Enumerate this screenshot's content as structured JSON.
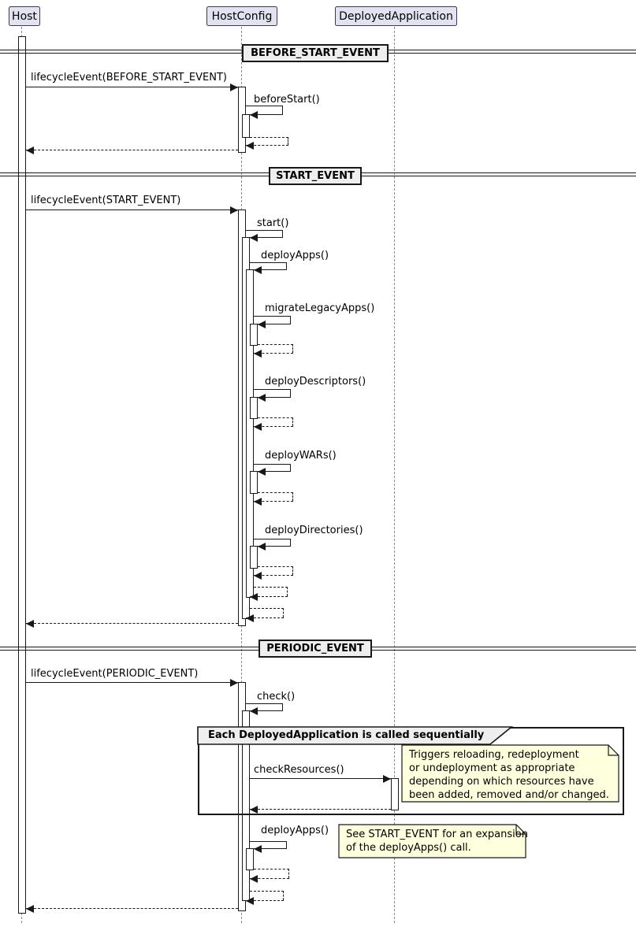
{
  "participants": [
    "Host",
    "HostConfig",
    "DeployedApplication"
  ],
  "dividers": [
    "BEFORE_START_EVENT",
    "START_EVENT",
    "PERIODIC_EVENT"
  ],
  "messages": [
    "lifecycleEvent(BEFORE_START_EVENT)",
    "beforeStart()",
    "lifecycleEvent(START_EVENT)",
    "start()",
    "deployApps()",
    "migrateLegacyApps()",
    "deployDescriptors()",
    "deployWARs()",
    "deployDirectories()",
    "lifecycleEvent(PERIODIC_EVENT)",
    "check()",
    "checkResources()",
    "deployApps()"
  ],
  "group": {
    "label": "Each DeployedApplication is called sequentially"
  },
  "notes": [
    "Triggers reloading, redeployment\nor undeployment as appropriate\ndepending on which resources have\nbeen added, removed and/or changed.",
    "See START_EVENT for an expansion\nof the deployApps() call."
  ],
  "colors": {
    "participant_fill": "#E2E2F0",
    "note_fill": "#FEFFDD",
    "divider_fill": "#EEEEEE",
    "line": "#181818",
    "lifeline": "#8A8A8A"
  }
}
